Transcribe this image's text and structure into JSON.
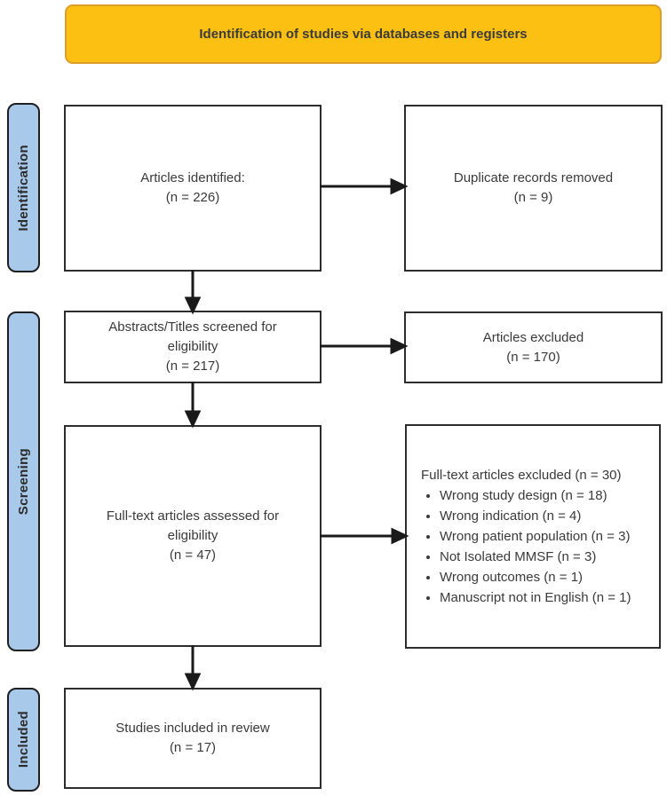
{
  "banner": {
    "label": "Identification of studies via databases and registers"
  },
  "stages": {
    "identification": "Identification",
    "screening": "Screening",
    "included": "Included"
  },
  "boxes": {
    "articles_identified": "Articles identified:\n(n = 226)",
    "duplicates_removed": "Duplicate records removed\n(n = 9)",
    "abstracts_screened": "Abstracts/Titles screened for\neligibility\n(n = 217)",
    "articles_excluded": "Articles excluded\n(n = 170)",
    "fulltext_assessed": "Full-text articles assessed for\neligibility\n(n = 47)",
    "fulltext_excluded_title": "Full-text articles excluded (n = 30)",
    "fulltext_excluded_bullets": [
      "Wrong study design (n = 18)",
      "Wrong indication (n = 4)",
      "Wrong patient population (n = 3)",
      "Not Isolated MMSF (n = 3)",
      "Wrong outcomes (n = 1)",
      "Manuscript not in English (n = 1)"
    ],
    "studies_included": "Studies included in review\n(n = 17)"
  },
  "colors": {
    "banner_fill": "#FCC012",
    "banner_border": "#DB9E2B",
    "stage_fill": "#A9C9EA",
    "stage_border": "#1F1F1F",
    "box_border": "#2D2D2D",
    "text": "#3A3A3A",
    "arrow": "#1A1A1A"
  }
}
